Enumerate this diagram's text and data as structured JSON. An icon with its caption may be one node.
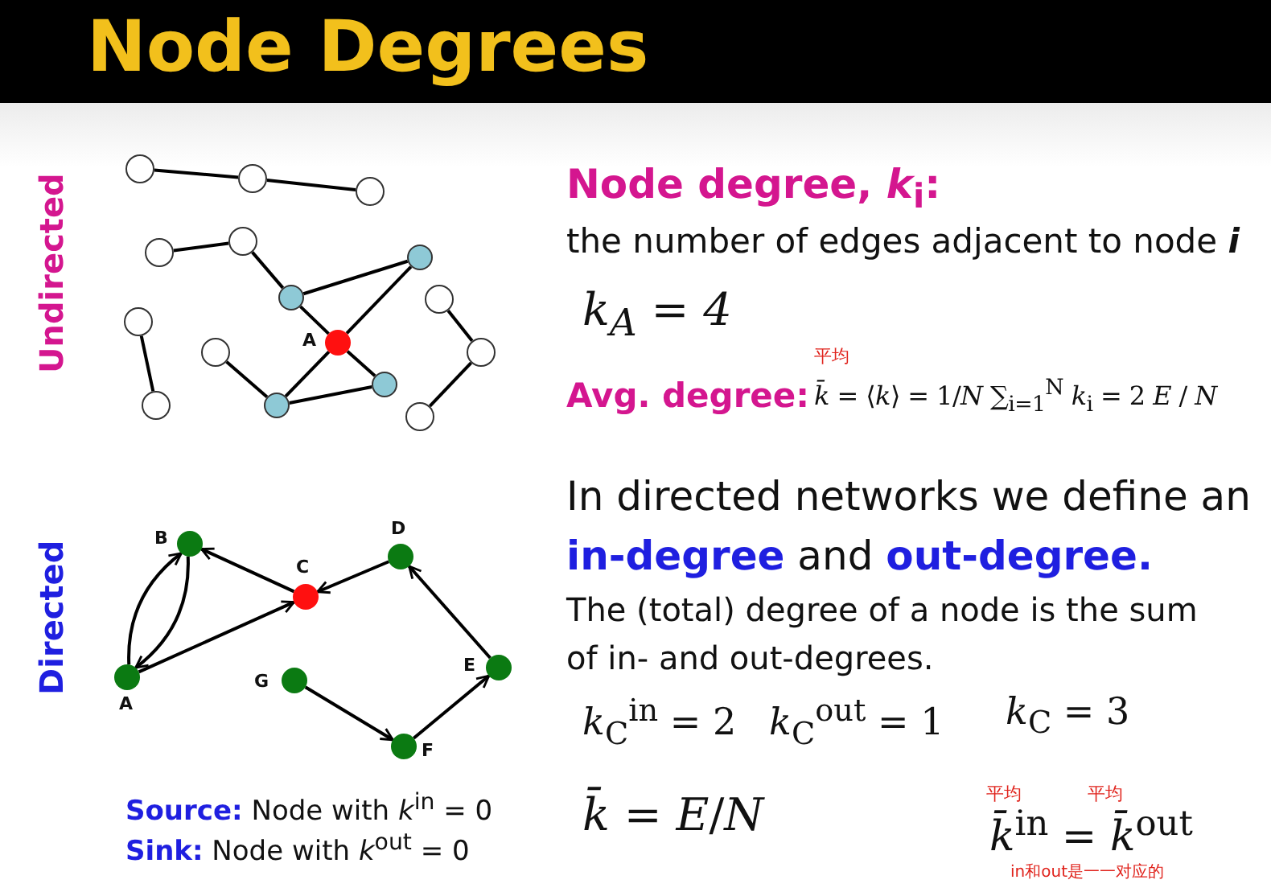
{
  "diagram": {
    "title": "Node Degrees",
    "nodes": [
      {
        "text": [],
        "shape": "circle"
      },
      {
        "text": [],
        "shape": "circle"
      },
      {
        "text": [],
        "shape": "circle"
      },
      {
        "text": [],
        "shape": "circle"
      },
      {
        "text": [],
        "shape": "circle"
      },
      {
        "text": [],
        "shape": "circle"
      },
      {
        "text": [],
        "shape": "circle"
      },
      {
        "text": [],
        "shape": "circle"
      },
      {
        "text": [],
        "shape": "circle"
      },
      {
        "text": [],
        "shape": "circle"
      },
      {
        "text": [],
        "shape": "circle",
        "beside": [
          "A"
        ]
      },
      {
        "text": [],
        "shape": "circle"
      },
      {
        "text": [],
        "shape": "circle"
      },
      {
        "text": [],
        "shape": "circle"
      },
      {
        "text": [],
        "shape": "circle"
      },
      {
        "text": [],
        "shape": "circle"
      },
      {
        "text": [],
        "shape": "circle",
        "beside": [
          "B"
        ]
      },
      {
        "text": [],
        "shape": "circle",
        "beside": [
          "D"
        ]
      },
      {
        "text": [],
        "shape": "circle",
        "beside": [
          "C"
        ]
      },
      {
        "text": [],
        "shape": "circle",
        "beside": [
          "E"
        ]
      },
      {
        "text": [],
        "shape": "circle",
        "beside": [
          "A"
        ]
      },
      {
        "text": [],
        "shape": "circle",
        "beside": [
          "G"
        ]
      },
      {
        "text": [],
        "shape": "circle",
        "beside": [
          "F"
        ]
      }
    ],
    "edges": [
      {
        "from": 0,
        "to": 1,
        "arrow": "none"
      },
      {
        "from": 1,
        "to": 2,
        "arrow": "none"
      },
      {
        "from": 3,
        "to": 4,
        "arrow": "none"
      },
      {
        "from": 4,
        "to": 5,
        "arrow": "none"
      },
      {
        "from": 5,
        "to": 6,
        "arrow": "none"
      },
      {
        "from": 5,
        "to": 10,
        "arrow": "none"
      },
      {
        "from": 6,
        "to": 10,
        "arrow": "none"
      },
      {
        "from": 7,
        "to": 8,
        "arrow": "none"
      },
      {
        "from": 9,
        "to": 11,
        "arrow": "none"
      },
      {
        "from": 11,
        "to": 10,
        "arrow": "none"
      },
      {
        "from": 10,
        "to": 12,
        "arrow": "none"
      },
      {
        "from": 11,
        "to": 12,
        "arrow": "none"
      },
      {
        "from": 13,
        "to": 14,
        "arrow": "none"
      },
      {
        "from": 14,
        "to": 15,
        "arrow": "none"
      },
      {
        "from": 20,
        "to": 16,
        "arrow": "to"
      },
      {
        "from": 16,
        "to": 20,
        "arrow": "to"
      },
      {
        "from": 18,
        "to": 16,
        "arrow": "to"
      },
      {
        "from": 20,
        "to": 18,
        "arrow": "to"
      },
      {
        "from": 17,
        "to": 18,
        "arrow": "to"
      },
      {
        "from": 19,
        "to": 17,
        "arrow": "to"
      },
      {
        "from": 21,
        "to": 22,
        "arrow": "to"
      },
      {
        "from": 22,
        "to": 19,
        "arrow": "to"
      }
    ],
    "labels": [
      "Undirected",
      "Directed",
      "Node degree, *k*$_{i}$:",
      "the number of edges adjacent to node **i**",
      "*k*$_{A}$ = 4",
      "平均",
      "Avg. degree:",
      "*k̄* = ⟨*k*⟩ = 1/*N* ∑$_{i=1}$$^{N}$ *k*$_{i}$ = 2 *E* / *N*",
      "In directed networks we define an **in-degree** and **out-degree.**",
      "The (total) degree of a node is the sum of in- and out-degrees.",
      "*k*$_{C}$$^{in}$ = 2",
      "*k*$_{C}$$^{out}$ = 1",
      "*k*$_{C}$ = 3",
      "*k̄* = *E*/*N*",
      "平均",
      "平均",
      "*k̄*$^{in}$ = *k̄*$^{out}$",
      "in和out是一一对应的",
      "**Source:** Node with *k*$^{in}$ = 0",
      "**Sink:** Node with *k*$^{out}$ = 0"
    ]
  }
}
